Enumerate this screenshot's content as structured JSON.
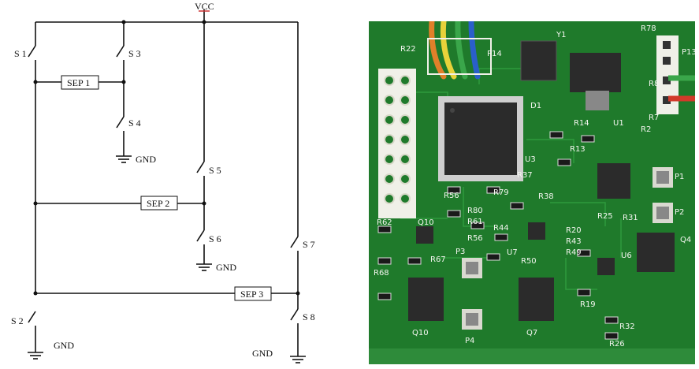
{
  "schematic": {
    "vcc": "VCC",
    "switches": [
      "S 1",
      "S 2",
      "S 3",
      "S 4",
      "S 5",
      "S 6",
      "S 7",
      "S 8"
    ],
    "separators": [
      "SEP 1",
      "SEP 2",
      "SEP 3"
    ],
    "ground": "GND"
  },
  "pcb": {
    "silk_labels": [
      "R22",
      "P14",
      "Y1",
      "R78",
      "P13",
      "R8",
      "R7",
      "R2",
      "D1",
      "R14",
      "U1",
      "R13",
      "P1",
      "P2",
      "R56",
      "R79",
      "R38",
      "R37",
      "U3",
      "R80",
      "R61",
      "R56",
      "R62",
      "Q10",
      "R44",
      "R67",
      "P3",
      "U7",
      "R50",
      "R25",
      "R31",
      "Q4",
      "R20",
      "R43",
      "R49",
      "R19",
      "R32",
      "R26",
      "P4",
      "Q7",
      "R68",
      "U6"
    ],
    "colors": {
      "board": "#1f7a2b",
      "chip": "#2b2b2b",
      "wire_orange": "#e0802a",
      "wire_yellow": "#e8d23a",
      "wire_green": "#3aa64a",
      "wire_blue": "#2a5fc9",
      "wire_red": "#d23a2a"
    }
  }
}
